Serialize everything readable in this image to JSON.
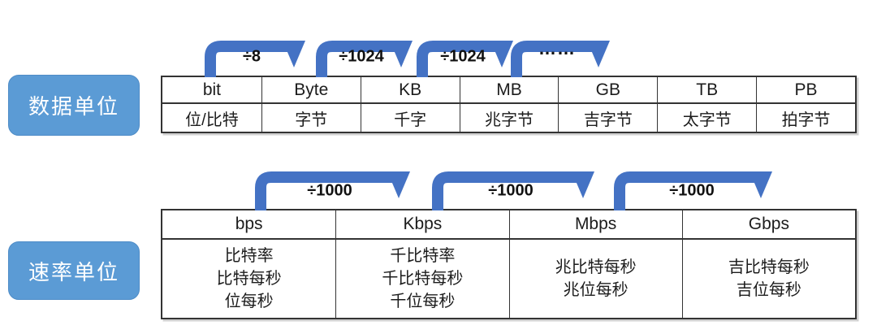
{
  "colors": {
    "arrow_blue": "#4472C4",
    "chip_blue": "#5B9BD5",
    "table_border": "#333333"
  },
  "data_units": {
    "label": "数据单位",
    "columns": [
      {
        "unit": "bit",
        "name": "位/比特"
      },
      {
        "unit": "Byte",
        "name": "字节"
      },
      {
        "unit": "KB",
        "name": "千字"
      },
      {
        "unit": "MB",
        "name": "兆字节"
      },
      {
        "unit": "GB",
        "name": "吉字节"
      },
      {
        "unit": "TB",
        "name": "太字节"
      },
      {
        "unit": "PB",
        "name": "拍字节"
      }
    ],
    "arrows": [
      {
        "label": "÷8"
      },
      {
        "label": "÷1024"
      },
      {
        "label": "÷1024"
      },
      {
        "label": "……"
      }
    ]
  },
  "rate_units": {
    "label": "速率单位",
    "columns": [
      {
        "unit": "bps",
        "names": [
          "比特率",
          "比特每秒",
          "位每秒"
        ]
      },
      {
        "unit": "Kbps",
        "names": [
          "千比特率",
          "千比特每秒",
          "千位每秒"
        ]
      },
      {
        "unit": "Mbps",
        "names": [
          "兆比特每秒",
          "兆位每秒"
        ]
      },
      {
        "unit": "Gbps",
        "names": [
          "吉比特每秒",
          "吉位每秒"
        ]
      }
    ],
    "arrows": [
      {
        "label": "÷1000"
      },
      {
        "label": "÷1000"
      },
      {
        "label": "÷1000"
      }
    ]
  }
}
